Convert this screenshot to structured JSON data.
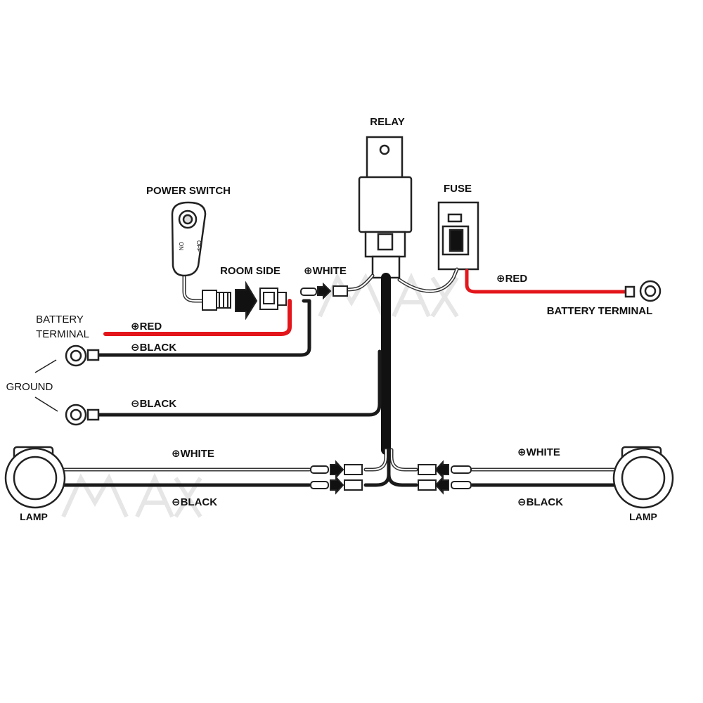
{
  "labels": {
    "relay": "RELAY",
    "fuse": "FUSE",
    "power_switch": "POWER SWITCH",
    "room_side": "ROOM SIDE",
    "relay_white": "⊕WHITE",
    "fuse_red": "⊕RED",
    "battery_terminal_right": "BATTERY TERMINAL",
    "battery_terminal_left_1": "BATTERY",
    "battery_terminal_left_2": "TERMINAL",
    "left_red": "⊕RED",
    "black_1": "⊖BLACK",
    "ground": "GROUND",
    "black_2": "⊖BLACK",
    "lamp_left_white": "⊕WHITE",
    "lamp_left_black": "⊖BLACK",
    "lamp_right_white": "⊕WHITE",
    "lamp_right_black": "⊖BLACK",
    "lamp_left": "LAMP",
    "lamp_right": "LAMP",
    "switch_on": "ON",
    "switch_off": "OFF"
  },
  "colors": {
    "wire": "#1a1a1a",
    "red_wire": "#e3161b",
    "outline": "#222222",
    "watermark": "#e2e2e2"
  }
}
